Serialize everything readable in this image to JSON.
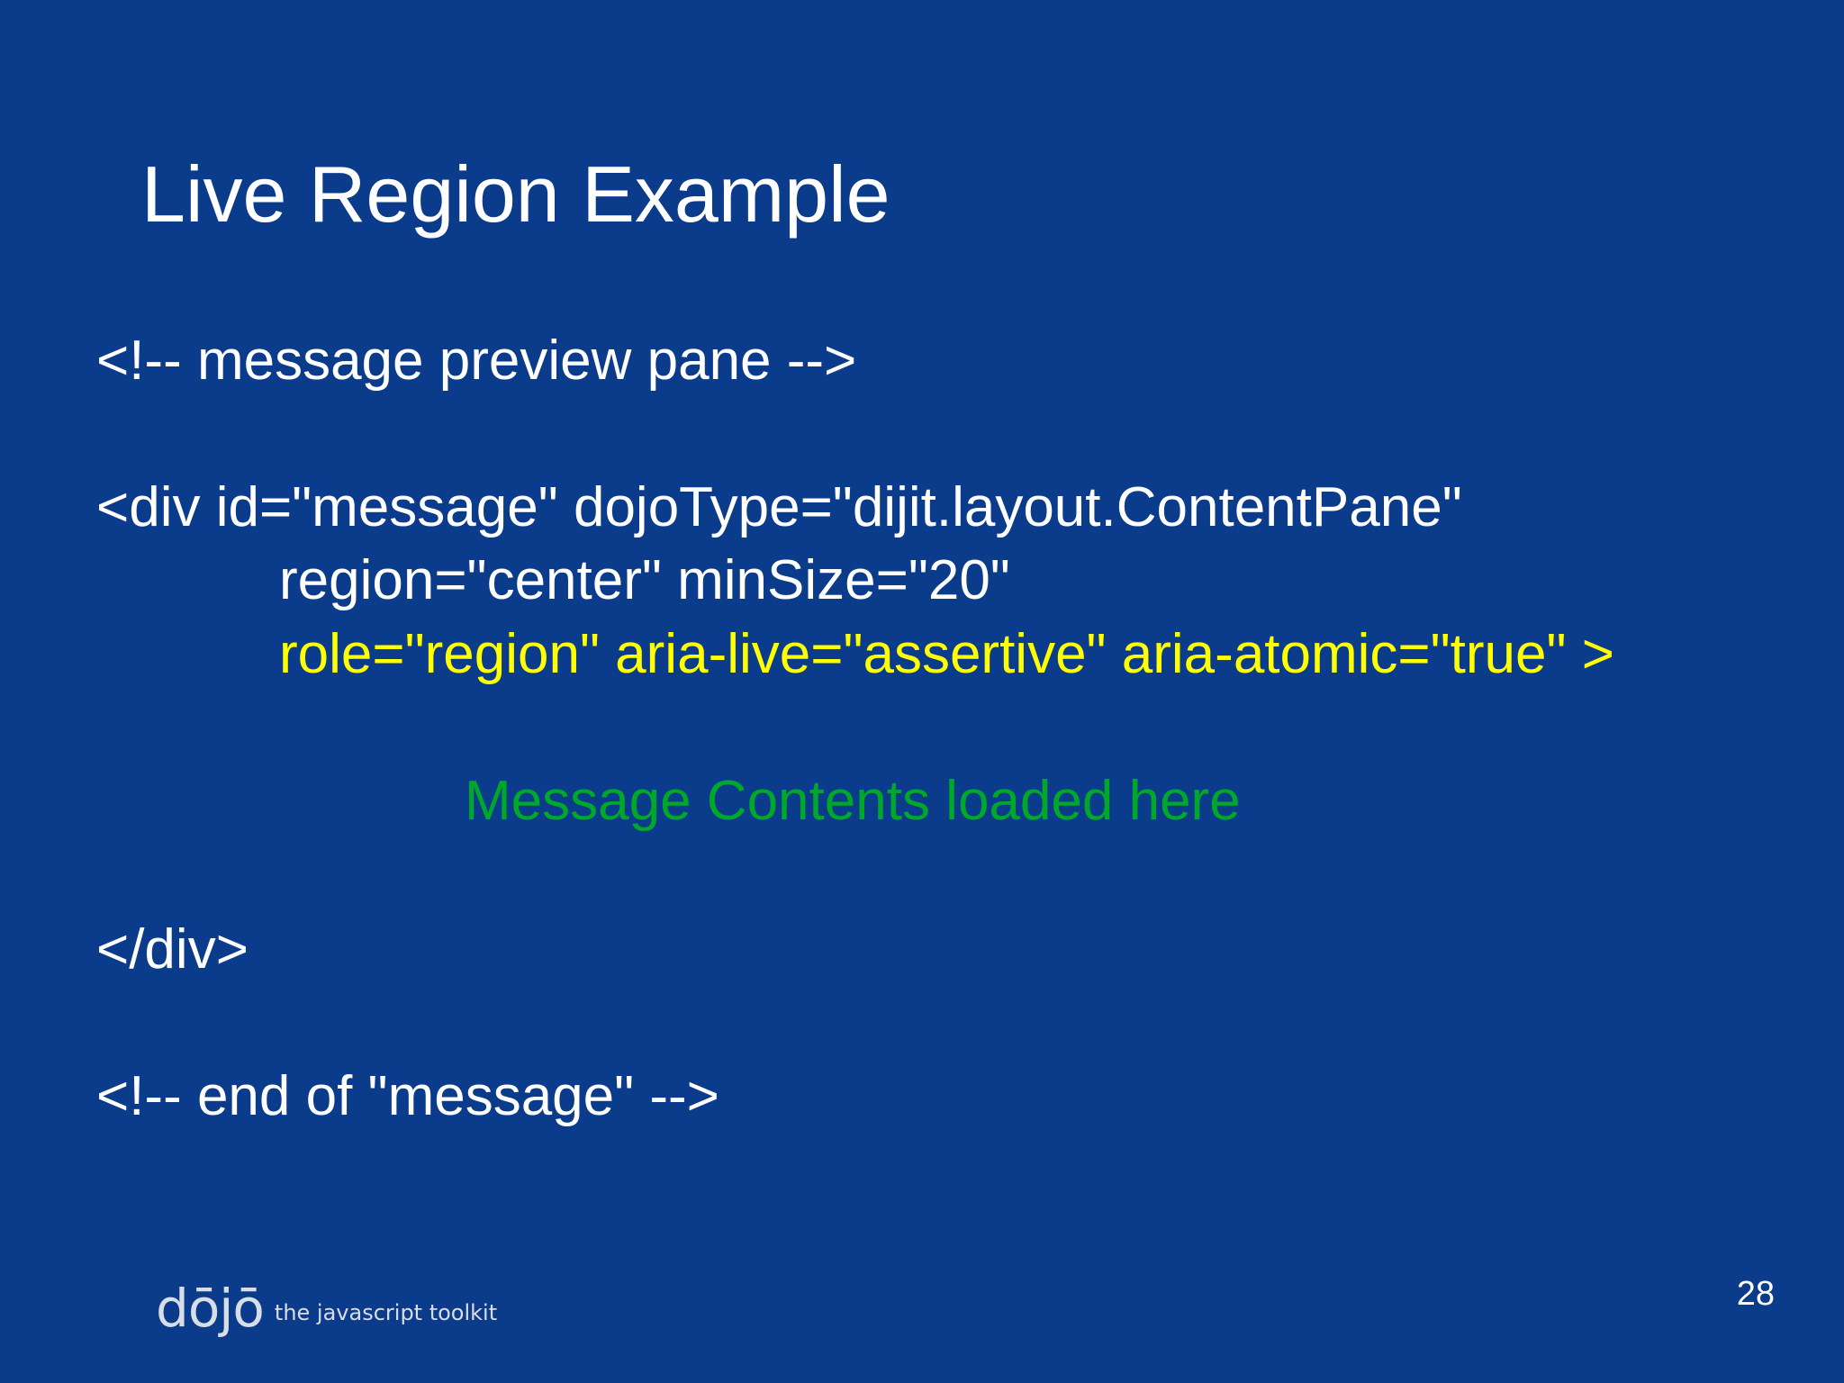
{
  "slide": {
    "title": "Live Region Example",
    "lines": [
      "<!-- message preview pane -->",
      "<div id=\"message\" dojoType=\"dijit.layout.ContentPane\"",
      "region=\"center\" minSize=\"20\"",
      "role=\"region\" aria-live=\"assertive\" aria-atomic=\"true\" >",
      "Message Contents loaded here",
      "</div>",
      "<!-- end of \"message\" -->"
    ],
    "colors": {
      "background": "#0b3b8b",
      "text": "#ffffff",
      "highlight_aria": "#ffff00",
      "highlight_content": "#00a82a"
    }
  },
  "footer": {
    "logo_mark": "dōjō",
    "logo_tagline": "the javascript toolkit",
    "page_number": "28"
  }
}
